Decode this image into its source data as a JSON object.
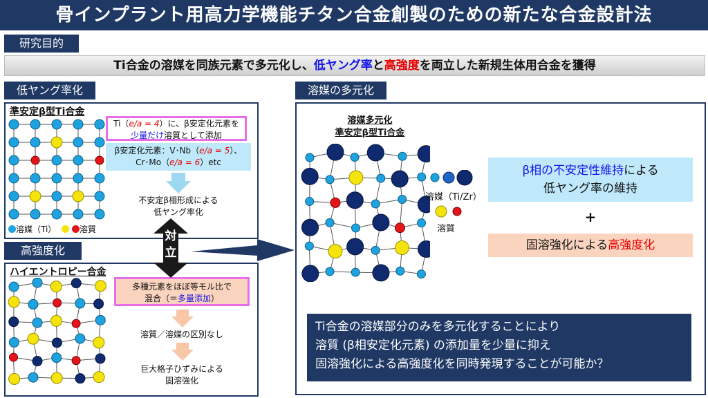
{
  "title": "骨インプラント用高力学機能チタン合金創製のための新たな合金設計法",
  "purpose": {
    "tab": "研究目的",
    "text_a": "Ti合金の溶媒を同族元素で多元化し、",
    "text_b": "低ヤング率",
    "text_c": "と",
    "text_d": "高強度",
    "text_e": "を両立した新規生体用合金を獲得"
  },
  "low_modulus": {
    "tab": "低ヤング率化",
    "lattice_label": "準安定β型Ti合金",
    "box1_a": "Ti（",
    "box1_ea": "e/a = 4",
    "box1_b": "）に、β安定化元素を",
    "box1_c": "少量だけ",
    "box1_d": "溶質として添加",
    "box2_a": "β安定化元素：V･Nb（",
    "box2_ea5": "e/a = 5",
    "box2_b": "）、",
    "box2_c": "Cr･Mo（",
    "box2_ea6": "e/a = 6",
    "box2_d": "）etc",
    "result_1": "不安定β相形成による",
    "result_2": "低ヤング率化",
    "legend_solvent": "溶媒（Ti）",
    "legend_solute": "溶質"
  },
  "opposition": {
    "char1": "対",
    "char2": "立"
  },
  "high_strength": {
    "tab": "高強度化",
    "lattice_label": "ハイエントロピー合金",
    "box_1": "多種元素をほぼ等モル比で",
    "box_2a": "混合（＝",
    "box_2b": "多量添加",
    "box_2c": "）",
    "step1": "溶質／溶媒の区別なし",
    "step2_1": "巨大格子ひずみによる",
    "step2_2": "固溶強化"
  },
  "multi_solvent": {
    "tab": "溶媒の多元化",
    "lattice_label_1": "溶媒多元化",
    "lattice_label_2": "準安定β型Ti合金",
    "legend_solvent": "溶媒（Ti/Zr）",
    "legend_solute": "溶質",
    "box1_a": "β相の不安定性維持",
    "box1_b": "による",
    "box1_c": "低ヤング率の維持",
    "plus": "+",
    "box2_a": "固溶強化による",
    "box2_b": "高強度化",
    "conclusion_1": "Ti合金の溶媒部分のみを多元化することにより",
    "conclusion_2": "溶質 (β相安定化元素) の添加量を少量に抑え",
    "conclusion_3": "固溶強化による高強度化を同時発現することが可能か？"
  },
  "colors": {
    "navy": "#1f3864",
    "solvent_ti": "#1fa3df",
    "solvent_zr": "#0f2a6e",
    "solute_yellow": "#f4e40b",
    "solute_red": "#e3151a",
    "highlight_blue": "#1515e8",
    "highlight_red": "#e60000"
  }
}
